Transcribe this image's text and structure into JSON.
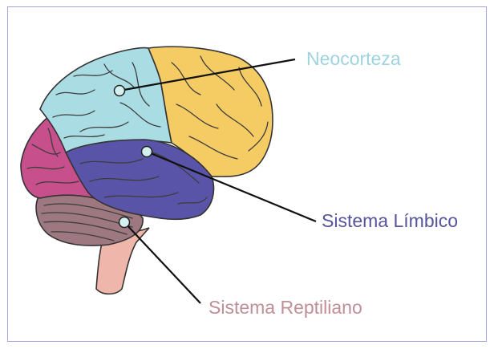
{
  "labels": {
    "neocorteza": "Neocorteza",
    "limbico": "Sistema Límbico",
    "reptiliano": "Sistema Reptiliano"
  },
  "colors": {
    "neocorteza_region": "#a9dde3",
    "frontal_region": "#f5cc63",
    "limbico_region": "#5a54a8",
    "occipital_region": "#c64f8c",
    "cerebellum_region": "#9e7880",
    "brainstem_region": "#efb7ab",
    "neocorteza_text": "#9fd3df",
    "limbico_text": "#56549a",
    "reptiliano_text": "#bf8f97",
    "frame_border": "#a3a6d6"
  }
}
